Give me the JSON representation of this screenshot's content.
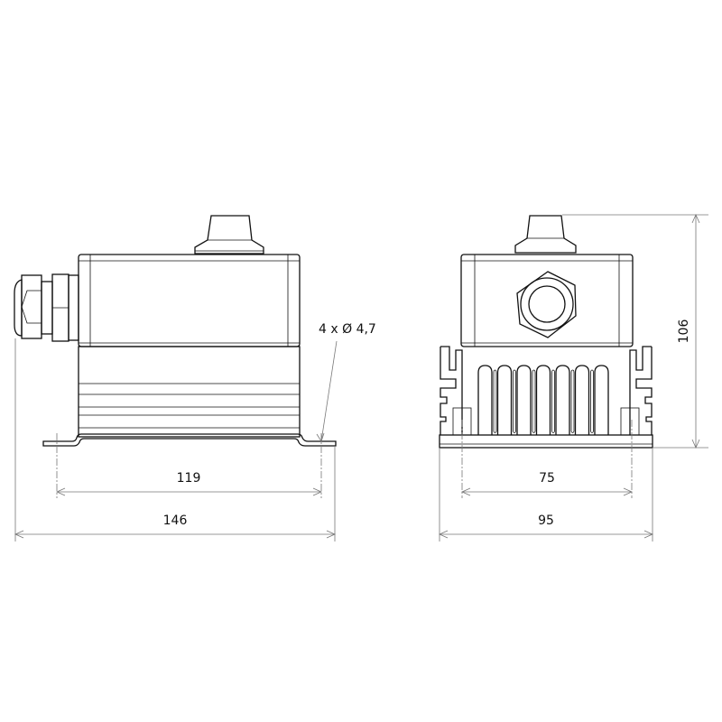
{
  "drawing": {
    "side_view": {
      "dimensions": {
        "hole_spacing": "119",
        "overall_length": "146"
      },
      "hole_note": "4 x Ø 4,7"
    },
    "front_view": {
      "dimensions": {
        "hole_spacing": "75",
        "overall_width": "95",
        "overall_height": "106"
      }
    },
    "line_color": "#111111",
    "dimension_color": "#777777"
  }
}
